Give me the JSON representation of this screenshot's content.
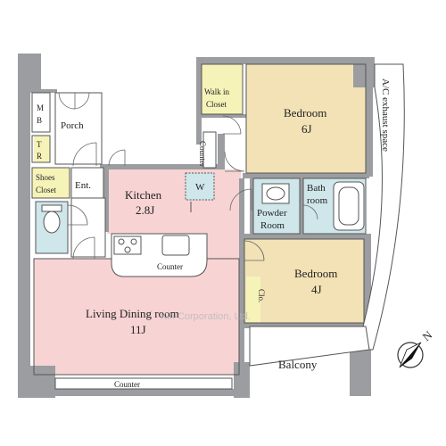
{
  "rooms": {
    "porch": "Porch",
    "mb_m": "M",
    "mb_b": "B",
    "tr_t": "T",
    "tr_r": "R",
    "shoes_line1": "Shoes",
    "shoes_line2": "Closet",
    "entrance": "Ent.",
    "kitchen": "Kitchen",
    "kitchen_size": "2.8J",
    "counter_kitchen": "Counter",
    "counter_small": "Counter",
    "counter_bottom": "Counter",
    "living": "Living Dining room",
    "living_size": "11J",
    "walkin_line1": "Walk in",
    "walkin_line2": "Closet",
    "bedroom1": "Bedroom",
    "bedroom1_size": "6J",
    "ac_space": "A/C exhaust space",
    "washer": "W",
    "powder_line1": "Powder",
    "powder_line2": "Room",
    "bath_line1": "Bath",
    "bath_line2": "room",
    "bedroom2": "Bedroom",
    "bedroom2_size": "4J",
    "closet_small": "Clo.",
    "balcony": "Balcony"
  },
  "compass": {
    "label": "N"
  },
  "watermark": "Kin Corporation, Ltd.",
  "colors": {
    "wood_floor": "#f2e2b6",
    "living_floor": "#f7d3d4",
    "wet_area": "#cfe6ea",
    "storage": "#f6f3b9",
    "wall": "#9b9da0"
  }
}
